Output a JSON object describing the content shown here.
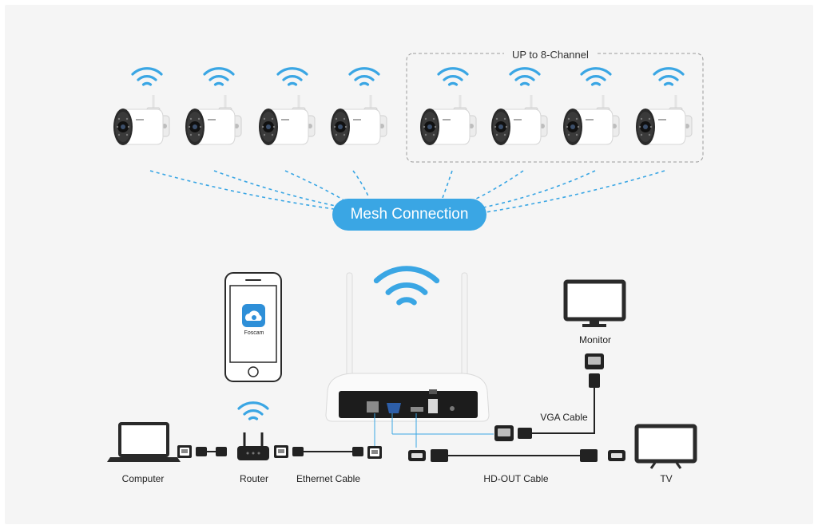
{
  "title": "",
  "group_label": "UP to 8-Channel",
  "mesh_label": "Mesh Connection",
  "app": {
    "name": "Foscam",
    "icon": "cloud-camera-icon"
  },
  "devices": {
    "computer": "Computer",
    "router": "Router",
    "ethernet_cable": "Ethernet Cable",
    "hd_out_cable": "HD-OUT Cable",
    "tv": "TV",
    "monitor": "Monitor",
    "vga_cable": "VGA Cable"
  },
  "cameras": [
    {
      "id": "camera-1",
      "in_group": false
    },
    {
      "id": "camera-2",
      "in_group": false
    },
    {
      "id": "camera-3",
      "in_group": false
    },
    {
      "id": "camera-4",
      "in_group": false
    },
    {
      "id": "camera-5",
      "in_group": true
    },
    {
      "id": "camera-6",
      "in_group": true
    },
    {
      "id": "camera-7",
      "in_group": true
    },
    {
      "id": "camera-8",
      "in_group": true
    }
  ],
  "connectors": [
    "rj45-icon",
    "vga-icon",
    "hdmi-icon"
  ],
  "colors": {
    "accent": "#3aa6e4",
    "background": "#f5f5f5",
    "device": "#222222"
  }
}
